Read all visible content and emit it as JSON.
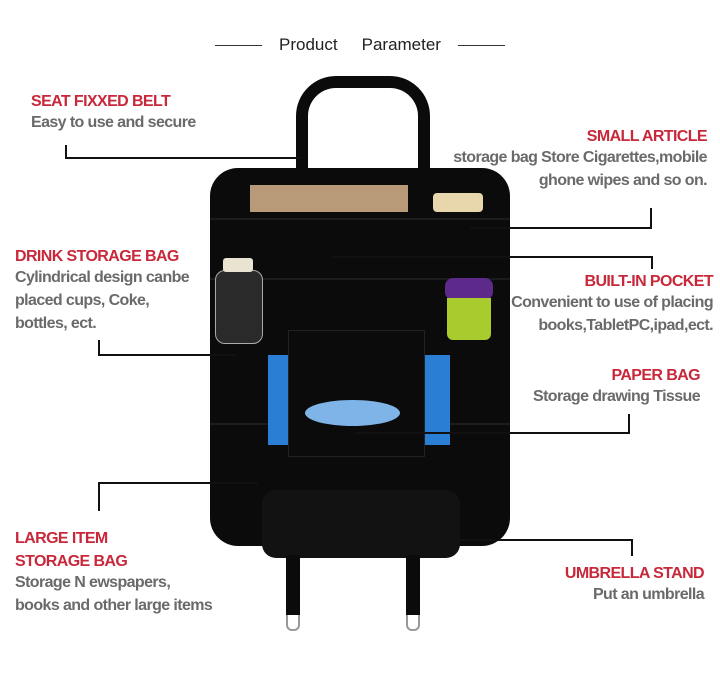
{
  "header": {
    "title_left": "Product",
    "title_right": "Parameter"
  },
  "features": [
    {
      "heading": "SEAT FIXXED BELT",
      "lines": [
        "Easy to use and secure"
      ]
    },
    {
      "heading": "SMALL ARTICLE",
      "lines": [
        "storage bag Store Cigarettes,mobile",
        "ghone wipes and so on."
      ]
    },
    {
      "heading": "DRINK STORAGE BAG",
      "lines": [
        "Cylindrical design canbe",
        "placed cups, Coke,",
        "bottles, ect."
      ]
    },
    {
      "heading": "BUILT-IN POCKET",
      "lines": [
        "Convenient to use of placing",
        "books,TabletPC,ipad,ect."
      ]
    },
    {
      "heading": "PAPER BAG",
      "lines": [
        "Storage drawing Tissue"
      ]
    },
    {
      "heading_lines": [
        "LARGE ITEM",
        "STORAGE BAG"
      ],
      "lines": [
        "Storage N ewspapers,",
        "books and other large items"
      ]
    },
    {
      "heading": "UMBRELLA STAND",
      "lines": [
        "Put an umbrella"
      ]
    }
  ],
  "colors": {
    "heading": "#c8283a",
    "text": "#6a6a6a",
    "product": "#0b0b0b"
  }
}
